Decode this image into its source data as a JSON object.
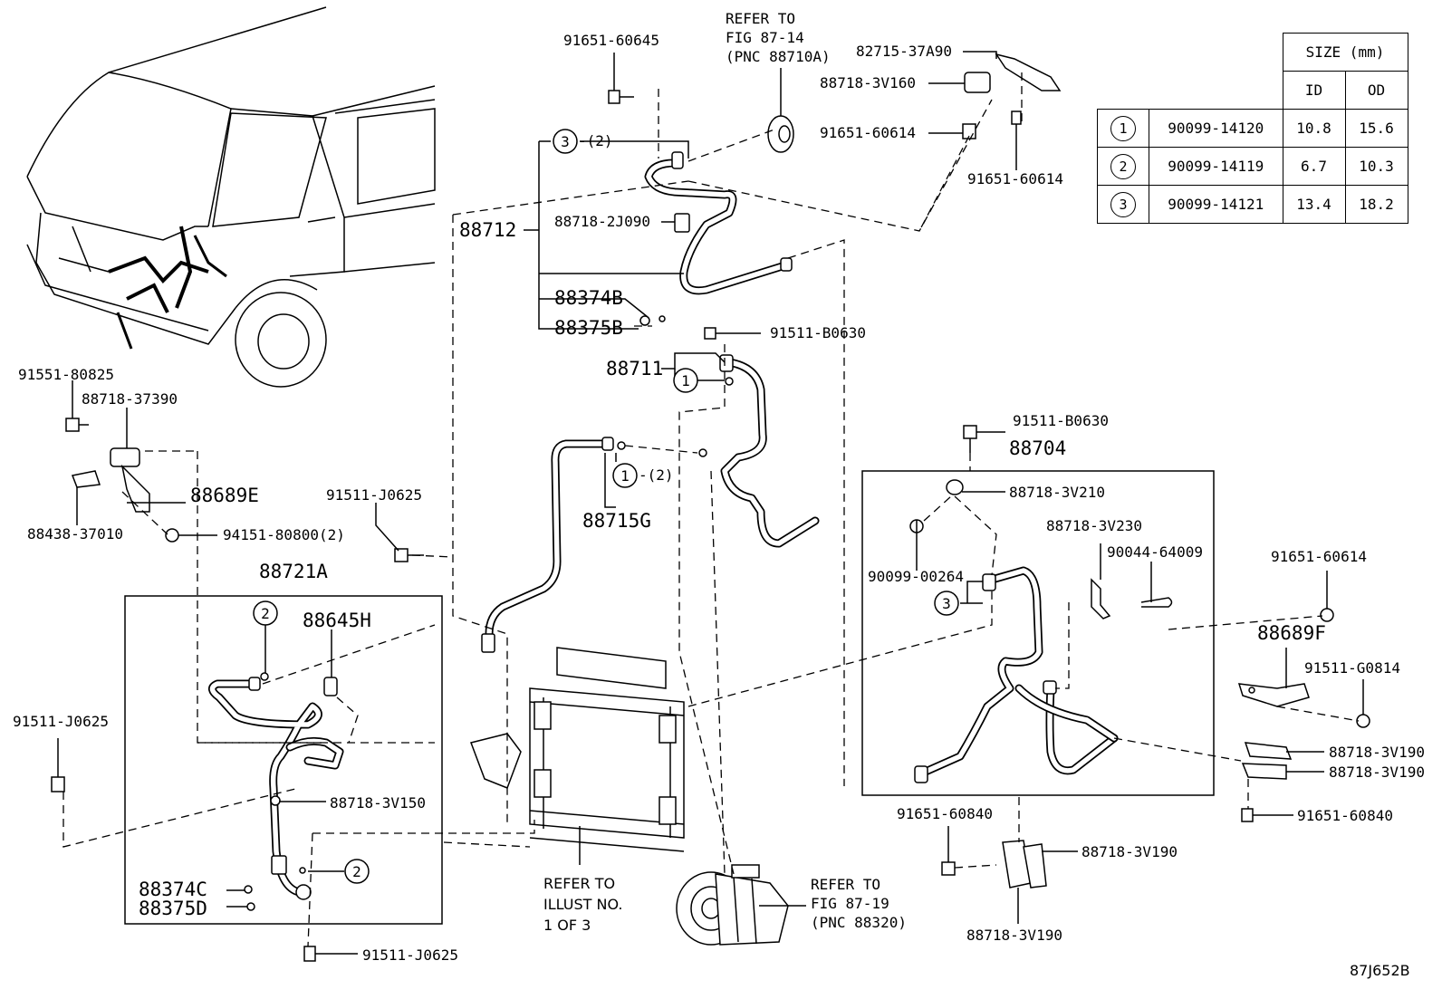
{
  "callouts": {
    "p91651_60645": "91651-60645",
    "refer87_14_a": "REFER TO",
    "refer87_14_b": "FIG 87-14",
    "refer87_14_c": "(PNC 88710A)",
    "p82715_37A90": "82715-37A90",
    "p88718_3V160": "88718-3V160",
    "p91651_60614_a": "91651-60614",
    "p91651_60614_b": "91651-60614",
    "p3_2": "-(2)",
    "p88712": "88712",
    "p88718_2J090": "88718-2J090",
    "p88374B": "88374B",
    "p88375B": "88375B",
    "p91511_B0630_a": "91511-B0630",
    "p88711": "88711",
    "p91551_80825": "91551-80825",
    "p88718_37390": "88718-37390",
    "p88689E": "88689E",
    "p88438_37010": "88438-37010",
    "p94151_80800": "94151-80800(2)",
    "p91511_J0625_a": "91511-J0625",
    "p1_2": "-(2)",
    "p88715G": "88715G",
    "p88721A": "88721A",
    "p88645H": "88645H",
    "p91511_J0625_b": "91511-J0625",
    "p88718_3V150": "88718-3V150",
    "p88374C": "88374C",
    "p88375D": "88375D",
    "p91511_J0625_c": "91511-J0625",
    "refer_illust_a": "REFER TO",
    "refer_illust_b": "ILLUST NO.",
    "refer_illust_c": "1 OF 3",
    "refer87_19_a": "REFER TO",
    "refer87_19_b": "FIG 87-19",
    "refer87_19_c": "(PNC 88320)",
    "p91511_B0630_b": "91511-B0630",
    "p88704": "88704",
    "p88718_3V210": "88718-3V210",
    "p88718_3V230": "88718-3V230",
    "p90044_64009": "90044-64009",
    "p90099_00264": "90099-00264",
    "p91651_60614_c": "91651-60614",
    "p88689F": "88689F",
    "p91511_G0814": "91511-G0814",
    "p88718_3V190_a": "88718-3V190",
    "p88718_3V190_b": "88718-3V190",
    "p91651_60840_a": "91651-60840",
    "p91651_60840_b": "91651-60840",
    "p88718_3V190_c": "88718-3V190",
    "p88718_3V190_d": "88718-3V190",
    "circle1": "1",
    "circle2": "2",
    "circle3": "3",
    "figure_code": "87J652B"
  },
  "size_table": {
    "size_header": "SIZE (mm)",
    "id_header": "ID",
    "od_header": "OD",
    "rows": [
      {
        "mark": "1",
        "part": "90099-14120",
        "id": "10.8",
        "od": "15.6"
      },
      {
        "mark": "2",
        "part": "90099-14119",
        "id": "6.7",
        "od": "10.3"
      },
      {
        "mark": "3",
        "part": "90099-14121",
        "id": "13.4",
        "od": "18.2"
      }
    ]
  }
}
